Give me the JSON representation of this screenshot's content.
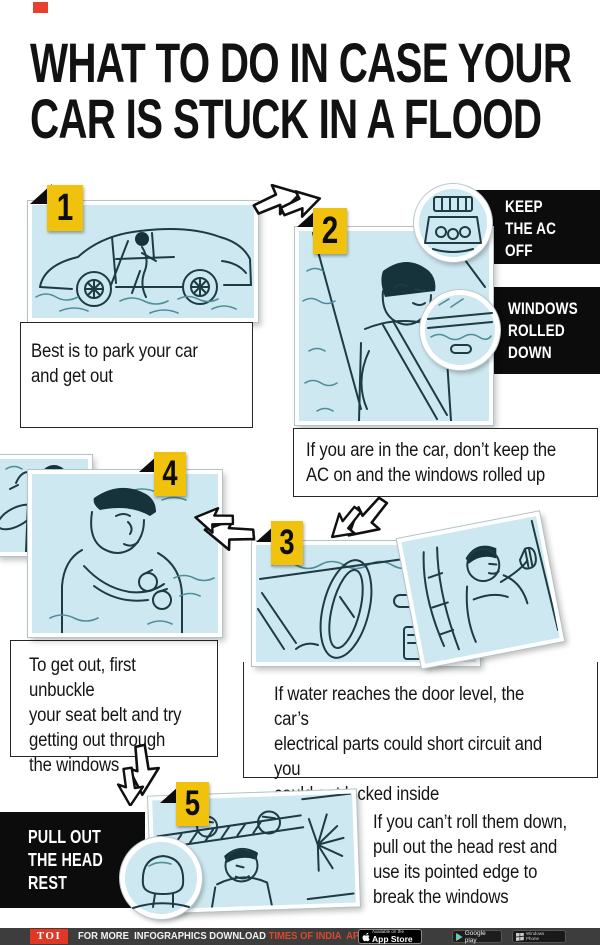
{
  "title": {
    "line1": "WHAT TO DO IN CASE YOUR",
    "line2": "CAR IS STUCK IN A FLOOD"
  },
  "steps": [
    {
      "number": "1",
      "caption": "Best is to park your car\nand get out"
    },
    {
      "number": "2",
      "caption": "If you are in the car, don’t keep the\nAC on and the windows rolled up"
    },
    {
      "number": "3",
      "caption": "If water reaches the door level, the car’s\nelectrical parts could short circuit and you\ncould get locked inside"
    },
    {
      "number": "4",
      "caption": "To get out, first unbuckle\nyour seat belt and try\ngetting out through\nthe windows"
    },
    {
      "number": "5",
      "caption": "If you can’t roll them down,\npull out the head rest and\nuse its pointed edge to\nbreak the windows"
    }
  ],
  "callouts": {
    "ac": "KEEP\nTHE AC\nOFF",
    "windows": "WINDOWS\nROLLED\nDOWN",
    "headrest": "PULL OUT\nTHE HEAD\nREST"
  },
  "footer": {
    "logo": "TOI",
    "text_white": "FOR MORE  INFOGRAPHICS DOWNLOAD ",
    "text_red": "TIMES OF INDIA  APP",
    "appstore_small": "Available on the",
    "appstore_big": "App Store",
    "googleplay": "Google play",
    "windows_line1": "Windows",
    "windows_line2": "Phone"
  },
  "colors": {
    "panel_blue": "#cde8f0",
    "badge_yellow": "#f0c20c",
    "bar_black": "#0c0c0c",
    "footer_gray": "#3d3d3d",
    "toi_red": "#e03825",
    "accent_red_text": "#d9492e"
  }
}
